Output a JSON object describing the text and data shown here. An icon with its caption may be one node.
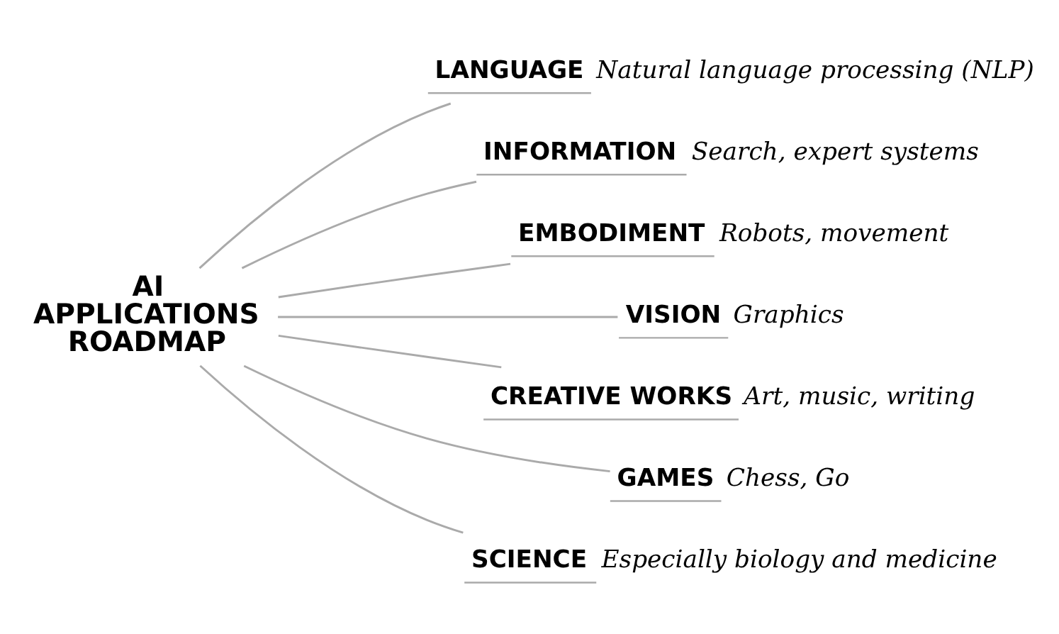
{
  "diagram": {
    "nodes": [
      {
        "text": [
          "AI APPLICATIONS ROADMAP"
        ]
      },
      {
        "text": [
          "LANGUAGE",
          "Natural language processing (NLP)"
        ]
      },
      {
        "text": [
          "INFORMATION",
          "Search, expert systems"
        ]
      },
      {
        "text": [
          "EMBODIMENT",
          "Robots, movement"
        ]
      },
      {
        "text": [
          "VISION",
          "Graphics"
        ]
      },
      {
        "text": [
          "CREATIVE WORKS",
          "Art, music, writing"
        ]
      },
      {
        "text": [
          "GAMES",
          "Chess, Go"
        ]
      },
      {
        "text": [
          "SCIENCE",
          "Especially biology and medicine"
        ]
      }
    ],
    "edges": [
      {
        "from": 0,
        "to": 1,
        "arrow": "none"
      },
      {
        "from": 0,
        "to": 2,
        "arrow": "none"
      },
      {
        "from": 0,
        "to": 3,
        "arrow": "none"
      },
      {
        "from": 0,
        "to": 4,
        "arrow": "none"
      },
      {
        "from": 0,
        "to": 5,
        "arrow": "none"
      },
      {
        "from": 0,
        "to": 6,
        "arrow": "none"
      },
      {
        "from": 0,
        "to": 7,
        "arrow": "none"
      }
    ]
  }
}
